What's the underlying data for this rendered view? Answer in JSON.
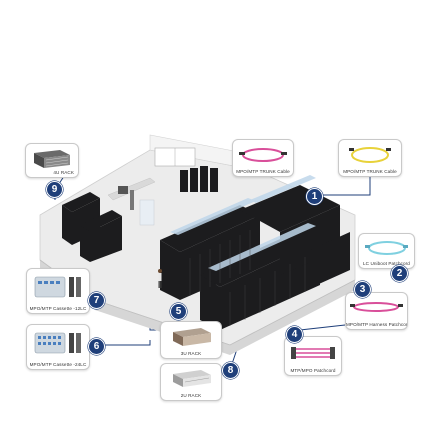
{
  "labels": {
    "rack_4u": "4U RACK",
    "trunk_cable_1": "MPO/MTP TRUNK Cable",
    "trunk_cable_2": "MPO/MTP TRUNK Cable",
    "lc_uniboot": "LC Uniboot Patchcord",
    "harness": "MPO/MTP Harness Patchcord",
    "mtp_patchcord": "MTP/MPO Patchcord",
    "cassette_12": "MPO/MTP Cassette -12LC",
    "cassette_24": "MPO/MTP Cassette -24LC",
    "rack_3u": "3U RACK",
    "rack_2u": "2U RACK"
  },
  "badges": [
    "1",
    "2",
    "3",
    "4",
    "5",
    "6",
    "7",
    "8",
    "9"
  ],
  "colors": {
    "badge": "#1f3f7a",
    "cable_magenta": "#d94f9a",
    "cable_yellow": "#e8d23a",
    "cable_aqua": "#7fd0e0",
    "rack_dark": "#1c1c1e",
    "floor": "#e9e9e9",
    "containment_glass": "#bfd6ea"
  },
  "icons": [
    "rack-4u-icon",
    "trunk-cable-pink-icon",
    "trunk-cable-yellow-icon",
    "lc-patchcord-icon",
    "harness-patchcord-icon",
    "mtp-patchcord-icon",
    "cassette-12lc-icon",
    "cassette-24lc-icon",
    "rack-3u-icon",
    "rack-2u-icon",
    "datacenter-floor-illustration"
  ]
}
